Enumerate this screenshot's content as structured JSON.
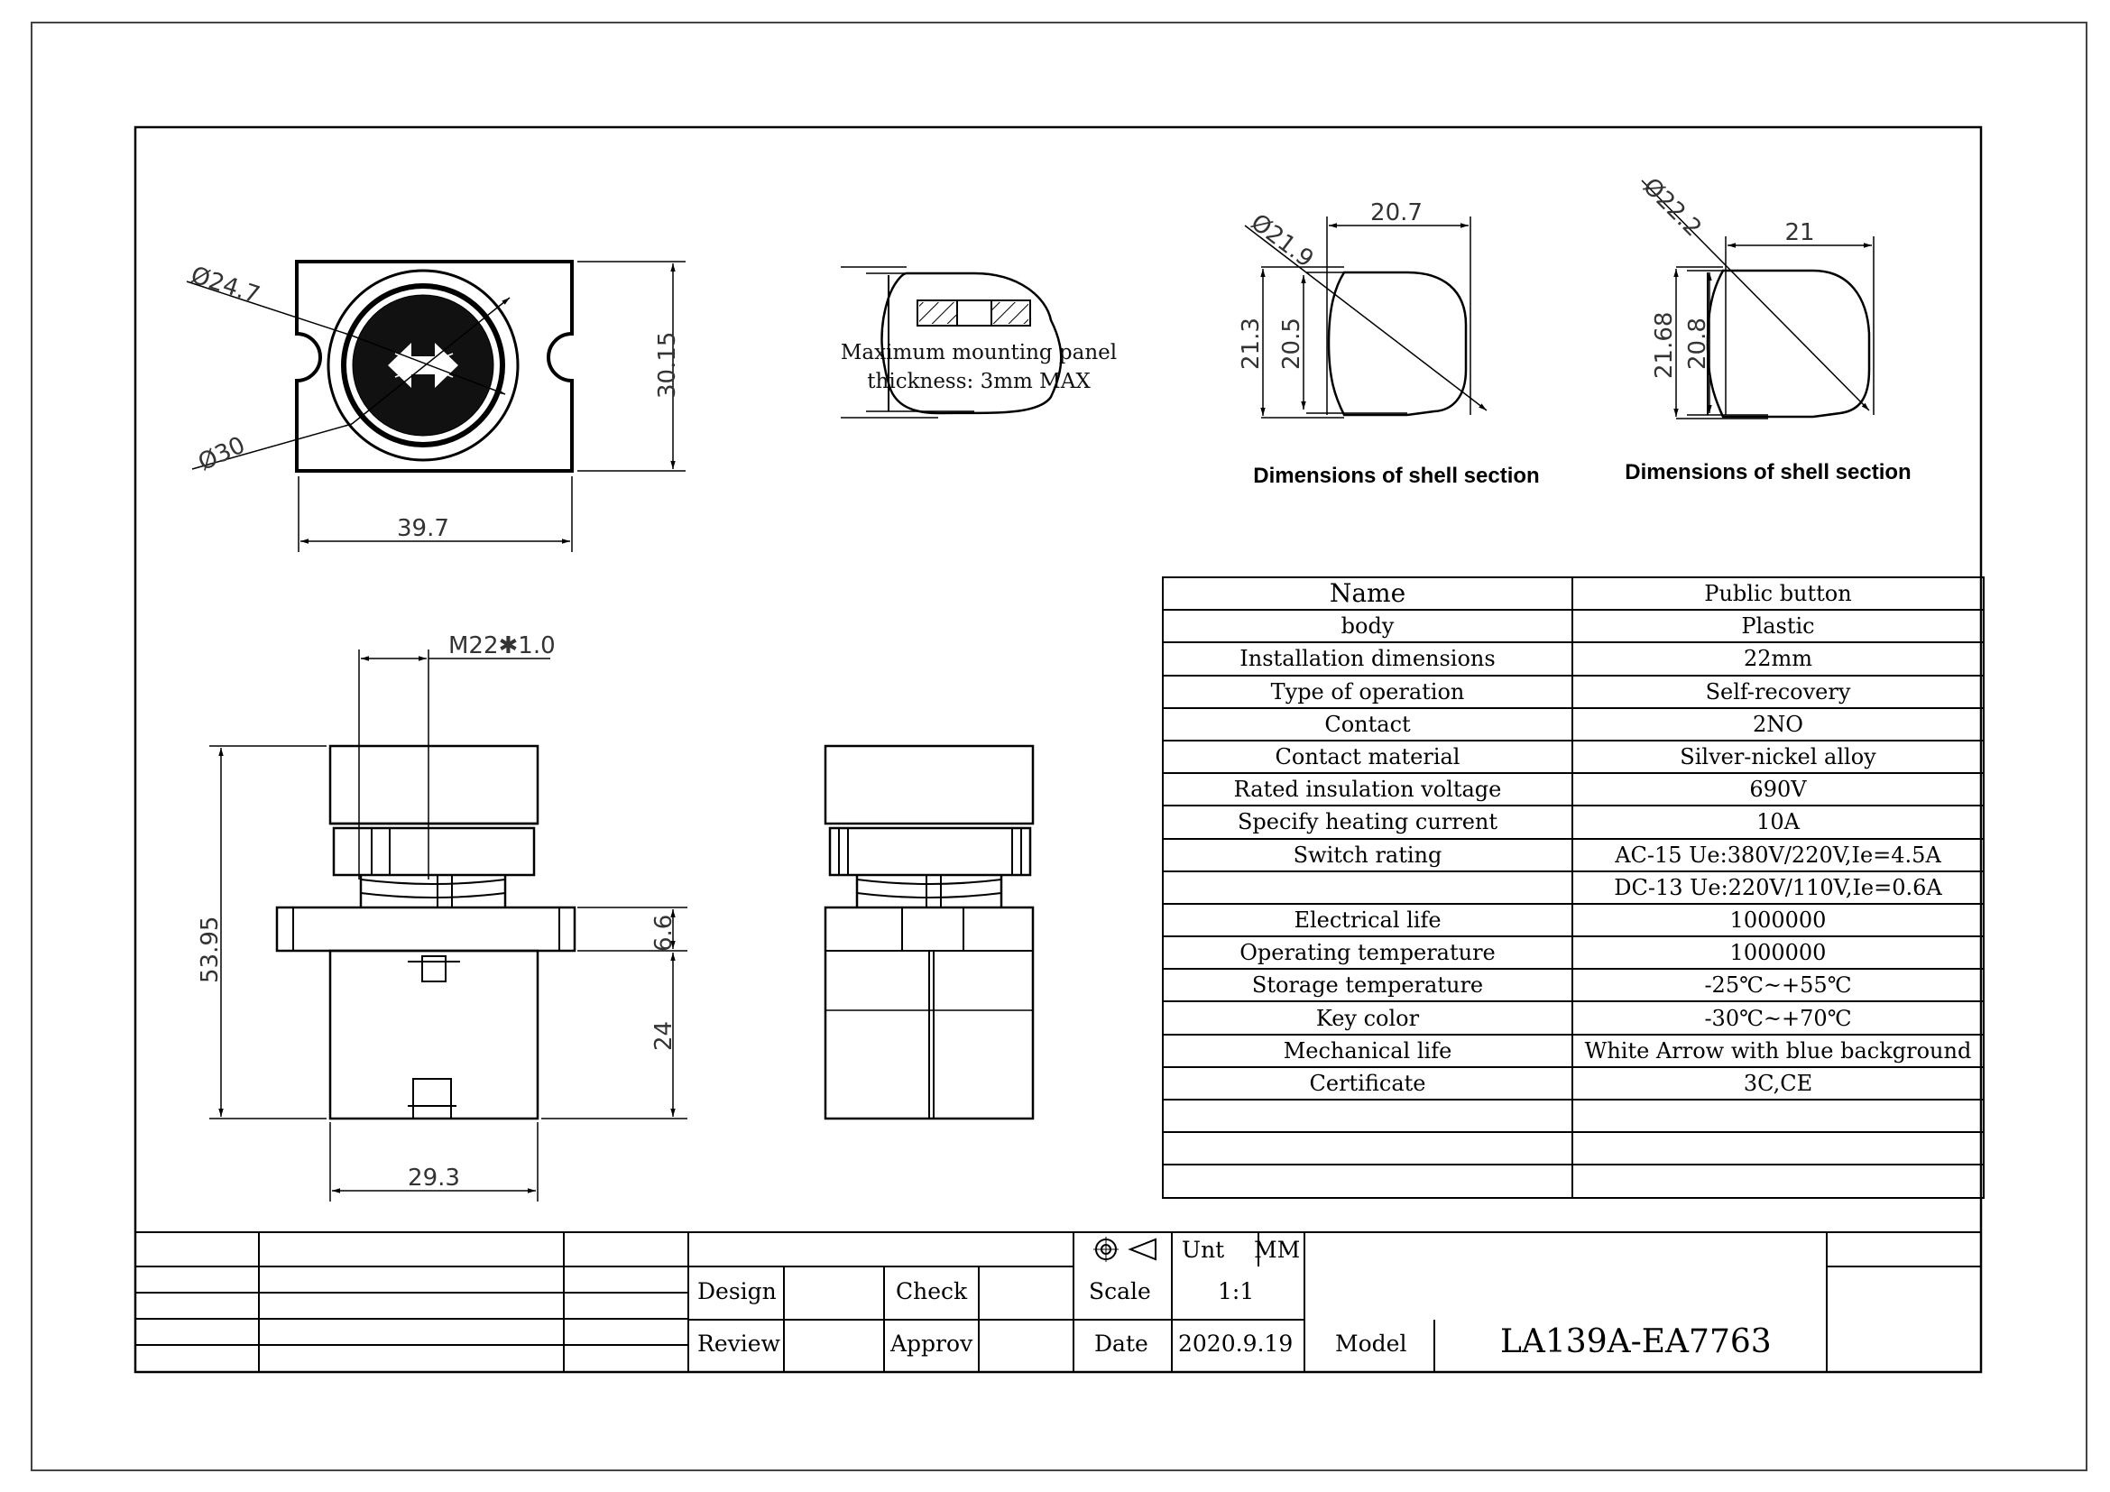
{
  "front_view": {
    "dim_outer_diameter": "Ø24.7",
    "dim_inner_diameter": "Ø30",
    "dim_height": "30.15",
    "dim_width": "39.7"
  },
  "panel_note": {
    "line1": "Maximum mounting panel",
    "line2": "thickness: 3mm MAX"
  },
  "shell_section_1": {
    "dim_diameter": "Ø21.9",
    "dim_width": "20.7",
    "dim_outer_height": "21.3",
    "dim_inner_height": "20.5",
    "caption": "Dimensions of shell section"
  },
  "shell_section_2": {
    "dim_diameter": "Ø22.2",
    "dim_width": "21",
    "dim_outer_height": "21.68",
    "dim_inner_height": "20.8",
    "caption": "Dimensions of shell section"
  },
  "side_view": {
    "dim_thread": "M22✱1.0",
    "dim_total_height": "53.95",
    "dim_flange": "6.6",
    "dim_body": "24",
    "dim_body_width": "29.3"
  },
  "spec_table": [
    {
      "label": "Name",
      "value": "Public button"
    },
    {
      "label": "body",
      "value": "Plastic"
    },
    {
      "label": "Installation dimensions",
      "value": "22mm"
    },
    {
      "label": "Type of operation",
      "value": "Self-recovery"
    },
    {
      "label": "Contact",
      "value": "2NO"
    },
    {
      "label": "Contact material",
      "value": "Silver-nickel alloy"
    },
    {
      "label": "Rated insulation voltage",
      "value": "690V"
    },
    {
      "label": "Specify heating current",
      "value": "10A"
    },
    {
      "label": "Switch rating",
      "value": "AC-15 Ue:380V/220V,Ie=4.5A"
    },
    {
      "label": "",
      "value": "DC-13 Ue:220V/110V,Ie=0.6A"
    },
    {
      "label": "Electrical life",
      "value": "1000000"
    },
    {
      "label": "Operating temperature",
      "value": "1000000"
    },
    {
      "label": "Storage temperature",
      "value": "-25℃~+55℃"
    },
    {
      "label": "Key color",
      "value": "-30℃~+70℃"
    },
    {
      "label": "Mechanical life",
      "value": "White Arrow with blue background"
    },
    {
      "label": "Certificate",
      "value": "3C,CE"
    },
    {
      "label": "",
      "value": ""
    },
    {
      "label": "",
      "value": ""
    },
    {
      "label": "",
      "value": ""
    }
  ],
  "title_block": {
    "unit_label": "Unt",
    "unit_value": "MM",
    "design_label": "Design",
    "check_label": "Check",
    "scale_label": "Scale",
    "scale_value": "1:1",
    "review_label": "Review",
    "approve_label": "Approv",
    "date_label": "Date",
    "date_value": "2020.9.19",
    "model_label": "Model",
    "model_value": "LA139A-EA7763"
  }
}
